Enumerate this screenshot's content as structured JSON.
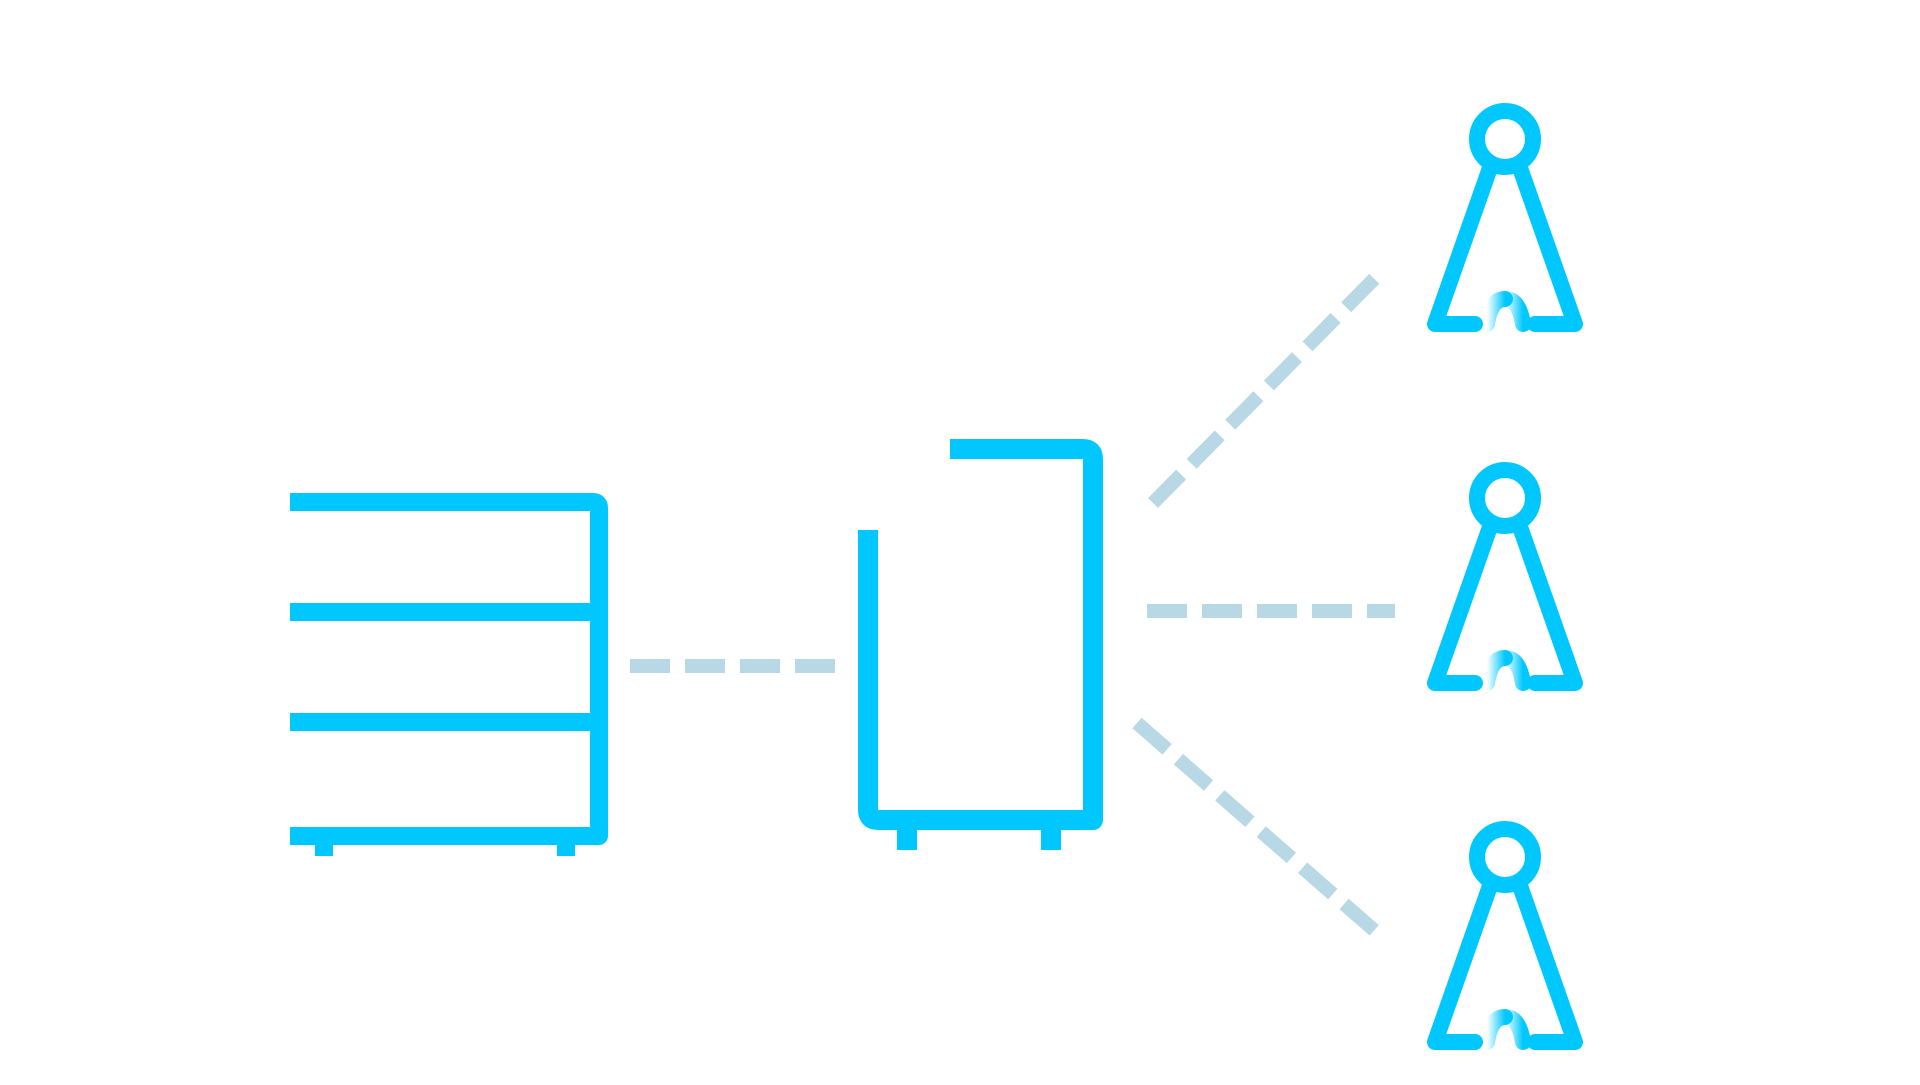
{
  "diagram": {
    "colors": {
      "accent": "#00c8ff",
      "connector": "#b8d8e6",
      "background": "#ffffff"
    },
    "nodes": [
      {
        "id": "storage",
        "icon": "server-rack-icon"
      },
      {
        "id": "device",
        "icon": "cabinet-icon"
      },
      {
        "id": "client-top",
        "icon": "radio-tower-icon"
      },
      {
        "id": "client-middle",
        "icon": "radio-tower-icon"
      },
      {
        "id": "client-bottom",
        "icon": "radio-tower-icon"
      }
    ],
    "edges": [
      {
        "from": "storage",
        "to": "device",
        "style": "dashed"
      },
      {
        "from": "device",
        "to": "client-top",
        "style": "dashed"
      },
      {
        "from": "device",
        "to": "client-middle",
        "style": "dashed"
      },
      {
        "from": "device",
        "to": "client-bottom",
        "style": "dashed"
      }
    ]
  }
}
